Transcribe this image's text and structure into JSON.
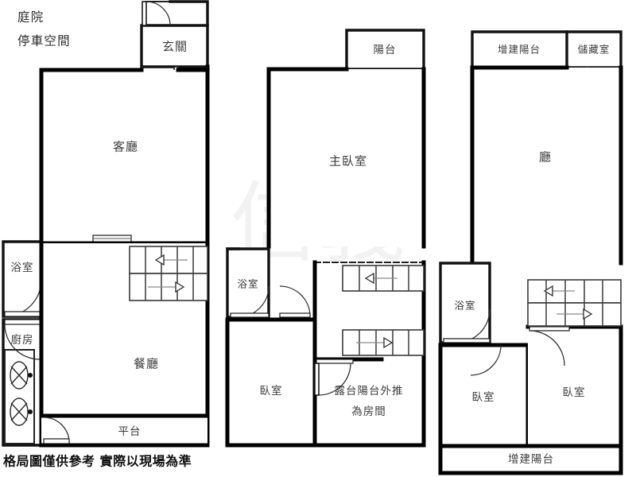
{
  "document": {
    "type": "real-estate-floor-plan",
    "disclaimer": "格局圖僅供參考 實際以現場為準"
  },
  "outside_labels": [
    {
      "id": "yard",
      "text": "庭院"
    },
    {
      "id": "parking",
      "text": "停車空間"
    }
  ],
  "floors": [
    {
      "id": "floor-1",
      "rooms": [
        {
          "id": "entry-foyer",
          "label": "玄關"
        },
        {
          "id": "living-room",
          "label": "客廳"
        },
        {
          "id": "bathroom-1f",
          "label": "浴室"
        },
        {
          "id": "kitchen",
          "label": "廚房"
        },
        {
          "id": "dining-room",
          "label": "餐廳"
        },
        {
          "id": "platform",
          "label": "平台"
        }
      ]
    },
    {
      "id": "floor-2",
      "rooms": [
        {
          "id": "balcony-2f",
          "label": "陽台"
        },
        {
          "id": "master-bedroom",
          "label": "主臥室"
        },
        {
          "id": "bathroom-2f",
          "label": "浴室"
        },
        {
          "id": "bedroom-2f",
          "label": "臥室"
        },
        {
          "id": "terrace-room",
          "label": "露台陽台外推",
          "label_line2": "為房間"
        }
      ]
    },
    {
      "id": "floor-3",
      "rooms": [
        {
          "id": "ext-balcony-top",
          "label": "增建陽台"
        },
        {
          "id": "storage-room",
          "label": "儲藏室"
        },
        {
          "id": "hall-3f",
          "label": "廳"
        },
        {
          "id": "bathroom-3f",
          "label": "浴室"
        },
        {
          "id": "bedroom-3f-left",
          "label": "臥室"
        },
        {
          "id": "bedroom-3f-right",
          "label": "臥室"
        },
        {
          "id": "ext-balcony-bottom",
          "label": "增建陽台"
        }
      ]
    }
  ],
  "colors": {
    "wall": "#000000",
    "label_text": "#3c3c3c",
    "background": "#ffffff",
    "disclaimer_text": "#111111"
  }
}
